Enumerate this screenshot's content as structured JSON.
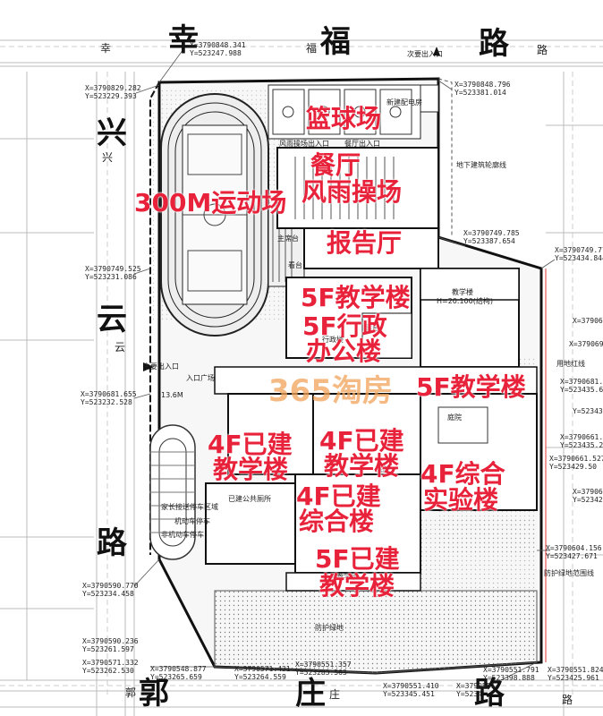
{
  "roads": {
    "north_big": [
      "幸",
      "福",
      "路"
    ],
    "north_small": [
      "幸",
      "福",
      "路"
    ],
    "west_big": [
      "兴",
      "云",
      "路"
    ],
    "west_small": [
      "兴",
      "云"
    ],
    "south_big": [
      "郭",
      "庄",
      "路"
    ],
    "south_small": [
      "郭",
      "庄",
      "路"
    ]
  },
  "red_labels": {
    "basketball": "篮球场",
    "canteen": "餐厅",
    "rain_field": "风雨操场",
    "track": "300M运动场",
    "lecture_hall": "报告厅",
    "teach_5f_a": "5F教学楼",
    "admin_1": "5F行政",
    "admin_2": "办公楼",
    "teach_5f_b": "5F教学楼",
    "built4_1": "4F已建",
    "built4_2": "教学楼",
    "built4b_1": "4F已建",
    "built4b_2": "教学楼",
    "lab_1": "4F综合",
    "lab_2": "实验楼",
    "complex_1": "4F已建",
    "complex_2": "综合楼",
    "built5_1": "5F已建",
    "built5_2": "教学楼"
  },
  "watermark": "365淘房",
  "small_labels": {
    "entrance_secondary": "次要出入口",
    "entrance_main": "主要出入口",
    "entrance_plaza": "入口广场",
    "substation": "新建配电房",
    "basement_line": "地下建筑轮廓线",
    "land_red_line": "用地红线",
    "green_belt": "防护绿地范围线",
    "protect_green": "防护绿地",
    "rain_entry": "风雨操场出入口",
    "canteen_entry": "餐厅出入口",
    "main_stand": "主席台",
    "stand": "看台",
    "atrium": "庭院",
    "atrium2": "庭院",
    "public_toilet": "已建公共厕所",
    "bike_parking": "非机动车停车",
    "motor_parking": "机动车停车",
    "pickup_area": "家长接送停车区域",
    "plaza_label": "露台",
    "teach_bldg": "教学楼",
    "teach_h": "H=20.100(结构)",
    "admin_bldg": "行政楼",
    "built_teach": "已建教学楼",
    "road_dist": "13.6M"
  },
  "coords": [
    "X=3790848.341",
    "Y=523247.988",
    "X=3790848.796",
    "Y=523381.014",
    "X=3790829.282",
    "Y=523229.393",
    "X=3790749.785",
    "Y=523387.654",
    "X=3790749.776",
    "Y=523434.844",
    "X=3790749.525",
    "Y=523231.086",
    "X=3790681.655",
    "Y=523232.528",
    "X=37906",
    "X=3790697",
    "X=3790681.1",
    "Y=523435.6",
    "Y=523430",
    "X=3790661.29",
    "Y=523435.2",
    "X=3790661.527",
    "Y=523429.50",
    "X=37906",
    "Y=52342",
    "X=3790604.156",
    "Y=523427.671",
    "X=3790590.770",
    "Y=523234.458",
    "X=3790590.236",
    "Y=523261.597",
    "X=3790571.332",
    "Y=523262.530",
    "X=3790548.877",
    "Y=523265.659",
    "X=3790571.431",
    "Y=523264.559",
    "X=3790551.357",
    "Y=523283.563",
    "X=3790551.410",
    "Y=523345.451",
    "X=3790551.791",
    "Y=523398.888",
    "X=3790551.824",
    "Y=523425.961",
    "X=3790551",
    "Y=5234"
  ]
}
